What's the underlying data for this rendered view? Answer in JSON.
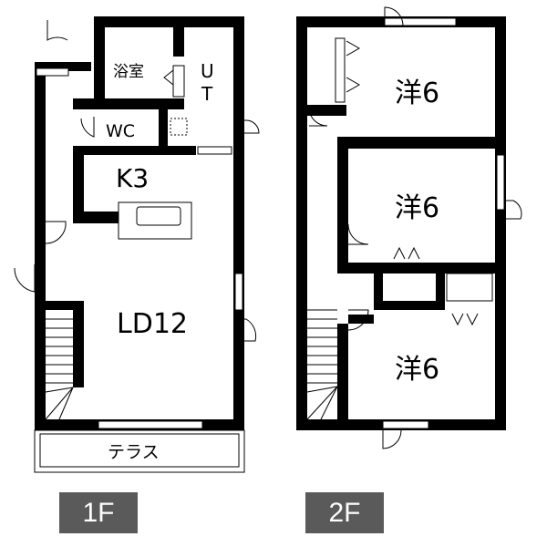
{
  "floors": [
    {
      "badge": "1F",
      "rooms": {
        "bath": "浴室",
        "utility_u": "U",
        "utility_t": "T",
        "wc": "WC",
        "kitchen": "K3",
        "living": "LD12",
        "terrace": "テラス"
      }
    },
    {
      "badge": "2F",
      "rooms": {
        "room_a": "洋6",
        "room_b": "洋6",
        "room_c": "洋6"
      }
    }
  ],
  "colors": {
    "wall": "#000000",
    "badge": "#5a5a5a"
  }
}
